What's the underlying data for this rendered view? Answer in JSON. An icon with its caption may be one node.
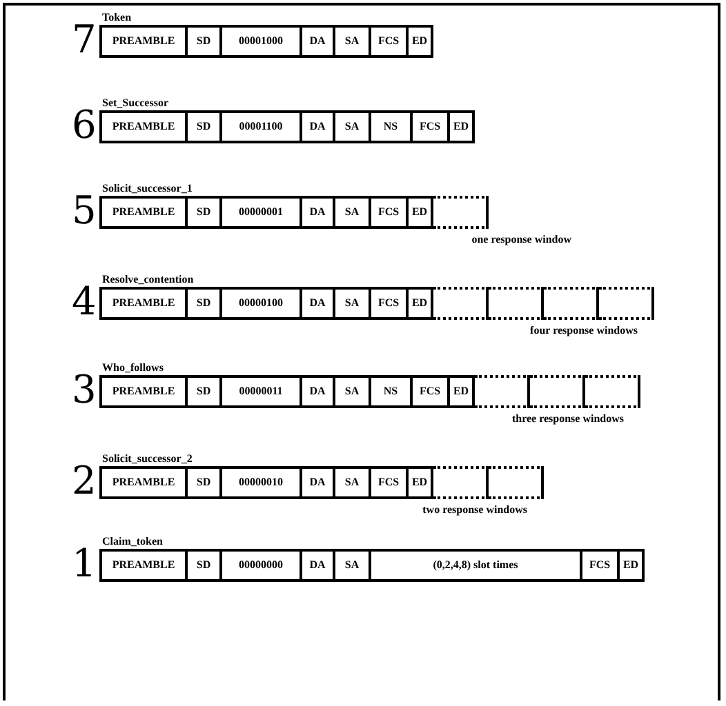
{
  "diagram": {
    "nodes": [
      {
        "text": [
          "Token"
        ],
        "beside": [
          "7"
        ]
      },
      {
        "text": [
          "PREAMBLE"
        ],
        "in": 0
      },
      {
        "text": [
          "SD"
        ],
        "in": 0
      },
      {
        "text": [
          "00001000"
        ],
        "in": 0
      },
      {
        "text": [
          "DA"
        ],
        "in": 0
      },
      {
        "text": [
          "SA"
        ],
        "in": 0
      },
      {
        "text": [
          "FCS"
        ],
        "in": 0
      },
      {
        "text": [
          "ED"
        ],
        "in": 0
      },
      {
        "text": [
          "Set_Successor"
        ],
        "beside": [
          "6"
        ]
      },
      {
        "text": [
          "PREAMBLE"
        ],
        "in": 8
      },
      {
        "text": [
          "SD"
        ],
        "in": 8
      },
      {
        "text": [
          "00001100"
        ],
        "in": 8
      },
      {
        "text": [
          "DA"
        ],
        "in": 8
      },
      {
        "text": [
          "SA"
        ],
        "in": 8
      },
      {
        "text": [
          "NS"
        ],
        "in": 8
      },
      {
        "text": [
          "FCS"
        ],
        "in": 8
      },
      {
        "text": [
          "ED"
        ],
        "in": 8
      },
      {
        "text": [
          "Solicit_successor_1"
        ],
        "beside": [
          "5"
        ]
      },
      {
        "text": [
          "PREAMBLE"
        ],
        "in": 17
      },
      {
        "text": [
          "SD"
        ],
        "in": 17
      },
      {
        "text": [
          "00000001"
        ],
        "in": 17
      },
      {
        "text": [
          "DA"
        ],
        "in": 17
      },
      {
        "text": [
          "SA"
        ],
        "in": 17
      },
      {
        "text": [
          "FCS"
        ],
        "in": 17
      },
      {
        "text": [
          "ED"
        ],
        "in": 17
      },
      {
        "text": [],
        "shape": "box"
      },
      {
        "text": [
          "Resolve_contention"
        ],
        "beside": [
          "4"
        ]
      },
      {
        "text": [
          "PREAMBLE"
        ],
        "in": 26
      },
      {
        "text": [
          "SD"
        ],
        "in": 26
      },
      {
        "text": [
          "00000100"
        ],
        "in": 26
      },
      {
        "text": [
          "DA"
        ],
        "in": 26
      },
      {
        "text": [
          "SA"
        ],
        "in": 26
      },
      {
        "text": [
          "FCS"
        ],
        "in": 26
      },
      {
        "text": [
          "ED"
        ],
        "in": 26
      },
      {
        "text": [],
        "shape": "box"
      },
      {
        "text": [],
        "shape": "box"
      },
      {
        "text": [],
        "shape": "box"
      },
      {
        "text": [],
        "shape": "box"
      },
      {
        "text": [
          "Who_follows"
        ],
        "beside": [
          "3"
        ]
      },
      {
        "text": [
          "PREAMBLE"
        ],
        "in": 38
      },
      {
        "text": [
          "SD"
        ],
        "in": 38
      },
      {
        "text": [
          "00000011"
        ],
        "in": 38
      },
      {
        "text": [
          "DA"
        ],
        "in": 38
      },
      {
        "text": [
          "SA"
        ],
        "in": 38
      },
      {
        "text": [
          "NS"
        ],
        "in": 38
      },
      {
        "text": [
          "FCS"
        ],
        "in": 38
      },
      {
        "text": [
          "ED"
        ],
        "in": 38
      },
      {
        "text": [],
        "shape": "box"
      },
      {
        "text": [],
        "shape": "box"
      },
      {
        "text": [],
        "shape": "box"
      },
      {
        "text": [
          "Solicit_successor_2"
        ],
        "beside": [
          "2"
        ]
      },
      {
        "text": [
          "PREAMBLE"
        ],
        "in": 50
      },
      {
        "text": [
          "SD"
        ],
        "in": 50
      },
      {
        "text": [
          "00000010"
        ],
        "in": 50
      },
      {
        "text": [
          "DA"
        ],
        "in": 50
      },
      {
        "text": [
          "SA"
        ],
        "in": 50
      },
      {
        "text": [
          "FCS"
        ],
        "in": 50
      },
      {
        "text": [
          "ED"
        ],
        "in": 50
      },
      {
        "text": [],
        "shape": "box"
      },
      {
        "text": [],
        "shape": "box"
      },
      {
        "text": [
          "Claim_token"
        ],
        "beside": [
          "1"
        ]
      },
      {
        "text": [
          "PREAMBLE"
        ],
        "in": 60
      },
      {
        "text": [
          "SD"
        ],
        "in": 60
      },
      {
        "text": [
          "00000000"
        ],
        "in": 60
      },
      {
        "text": [
          "DA"
        ],
        "in": 60
      },
      {
        "text": [
          "SA"
        ],
        "in": 60
      },
      {
        "text": [
          "(0,2,4,8) slot times"
        ],
        "in": 60
      },
      {
        "text": [
          "FCS"
        ],
        "in": 60
      },
      {
        "text": [
          "ED"
        ],
        "in": 60
      }
    ],
    "labels": [
      "one response window",
      "four response windows",
      "three response windows",
      "two response windows"
    ]
  }
}
